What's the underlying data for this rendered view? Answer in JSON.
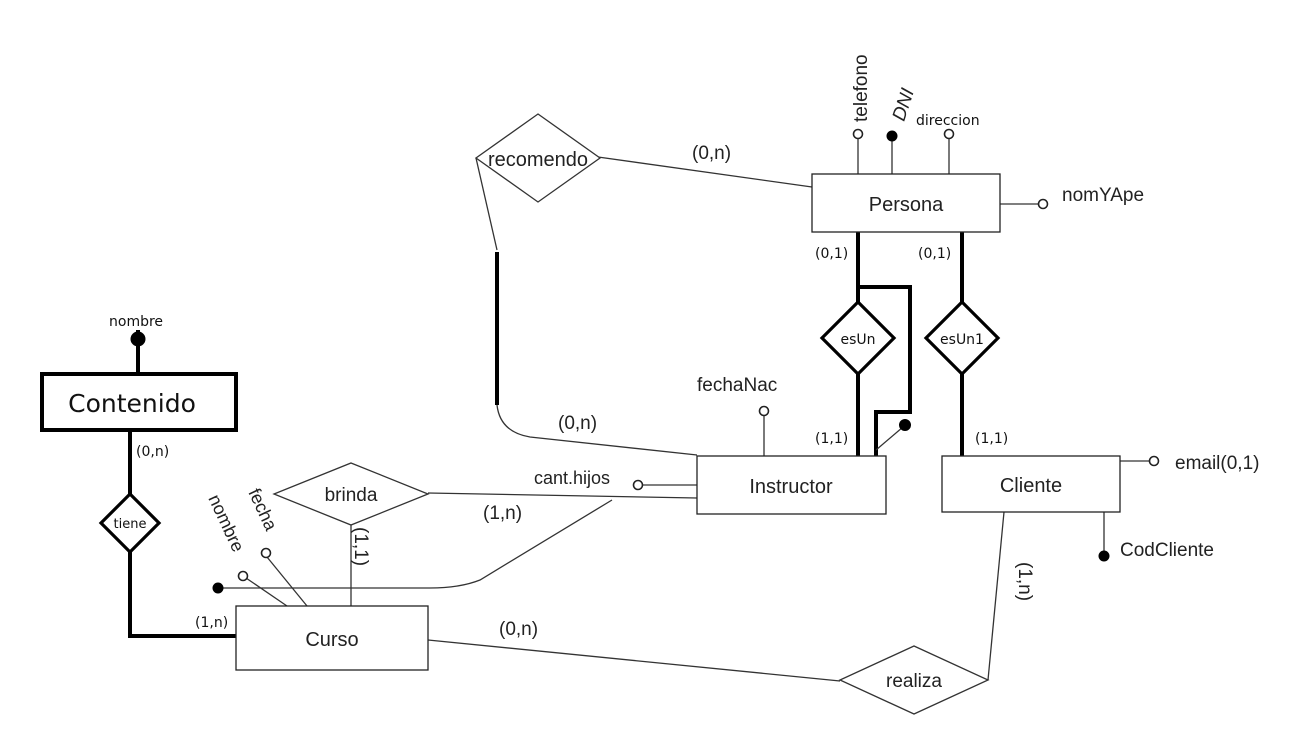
{
  "entities": {
    "persona": "Persona",
    "instructor": "Instructor",
    "cliente": "Cliente",
    "curso": "Curso",
    "contenido": "Contenido"
  },
  "relationships": {
    "recomendo": "recomendo",
    "esUn": "esUn",
    "esUn1": "esUn1",
    "brinda": "brinda",
    "realiza": "realiza",
    "tiene": "tiene"
  },
  "attributes": {
    "telefono": "telefono",
    "dni": "DNI",
    "direccion": "direccion",
    "nomYApe": "nomYApe",
    "fechaNac": "fechaNac",
    "cantHijos": "cant.hijos",
    "email": "email(0,1)",
    "codCliente": "CodCliente",
    "contenidoNombre": "nombre",
    "cursoFecha": "fecha",
    "cursoNombre": "nombre"
  },
  "cardinalities": {
    "recomendoPersona": "(0,n)",
    "recomendoInstructor": "(0,n)",
    "personaEsUn": "(0,1)",
    "personaEsUn1": "(0,1)",
    "instructorEsUn": "(1,1)",
    "clienteEsUn1": "(1,1)",
    "brindaInstructor": "(1,n)",
    "brindaCurso": "(1,1)",
    "cursoRealiza": "(0,n)",
    "clienteRealiza": "(1,n)",
    "contenidoTiene": "(0,n)",
    "cursoTiene": "(1,n)"
  }
}
